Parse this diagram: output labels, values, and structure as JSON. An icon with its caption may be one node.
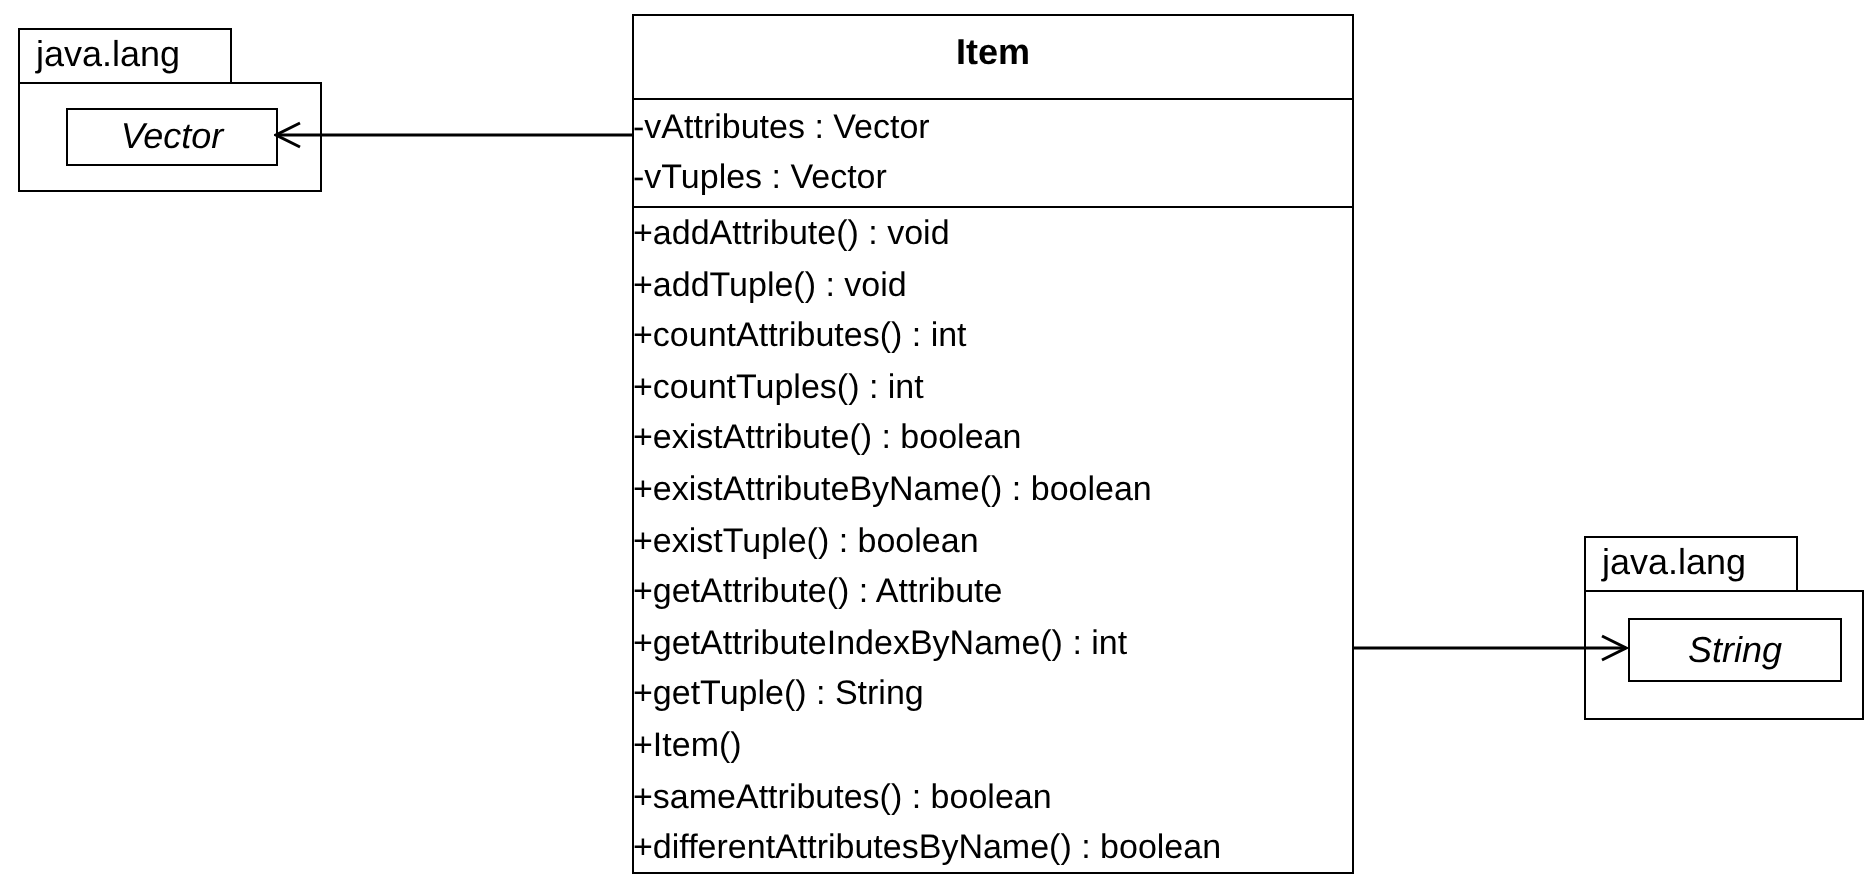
{
  "diagram": {
    "nodes": [
      {
        "text": [
          "java.lang"
        ]
      },
      {
        "text": [],
        "shape": "box"
      },
      {
        "text": [
          "Vector"
        ],
        "in": 1
      },
      {
        "text": [
          "Item"
        ]
      },
      {
        "text": [
          "-vAttributes : Vector",
          "-vTuples : Vector"
        ],
        "in": 3
      },
      {
        "text": [
          "+addAttribute() : void",
          "+addTuple() : void",
          "+countAttributes() : int",
          "+countTuples() : int",
          "+existAttribute() : boolean",
          "+existAttributeByName() : boolean",
          "+existTuple() : boolean",
          "+getAttribute() : Attribute",
          "+getAttributeIndexByName() : int",
          "+getTuple() : String",
          "+Item()",
          "+sameAttributes() : boolean",
          "+differentAttributesByName() : boolean"
        ],
        "in": 3
      },
      {
        "text": [
          "java.lang"
        ]
      },
      {
        "text": [],
        "shape": "box"
      },
      {
        "text": [
          "String"
        ],
        "in": 7
      }
    ],
    "edges": [
      {
        "from": 4,
        "to": 2,
        "arrow": "to"
      },
      {
        "from": 5,
        "to": 8,
        "arrow": "to"
      }
    ]
  }
}
